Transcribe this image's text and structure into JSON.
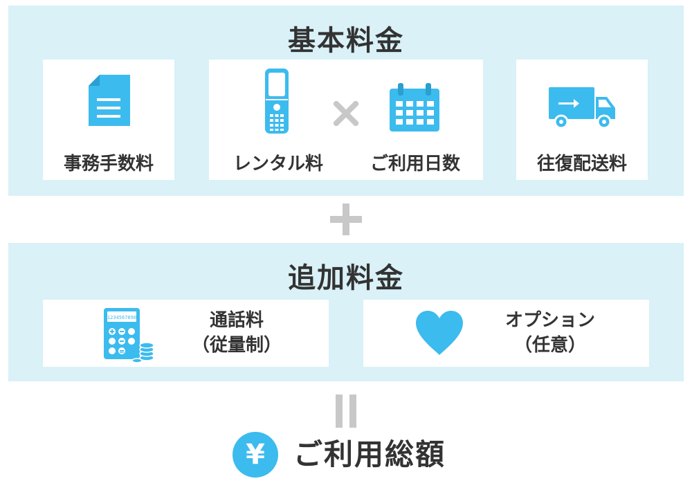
{
  "basic": {
    "title": "基本料金",
    "items": [
      {
        "label": "事務手数料",
        "icon": "document-icon"
      },
      {
        "label": "レンタル料",
        "icon": "flip-phone-icon"
      },
      {
        "label": "ご利用日数",
        "icon": "calendar-icon"
      },
      {
        "label": "往復配送料",
        "icon": "truck-icon"
      }
    ],
    "multiply_symbol": "×"
  },
  "plus_symbol": "+",
  "extra": {
    "title": "追加料金",
    "items": [
      {
        "line1": "通話料",
        "line2": "（従量制）",
        "icon": "calculator-icon",
        "calc_display": "1234567890"
      },
      {
        "line1": "オプション",
        "line2": "（任意）",
        "icon": "heart-icon"
      }
    ]
  },
  "equals_symbol": "=",
  "total": {
    "label": "ご利用総額",
    "icon": "yen-icon",
    "icon_text": "¥"
  },
  "colors": {
    "accent": "#3cbbee",
    "panel": "#d9f1f7",
    "operator": "#c8c8c8",
    "text": "#333333"
  }
}
